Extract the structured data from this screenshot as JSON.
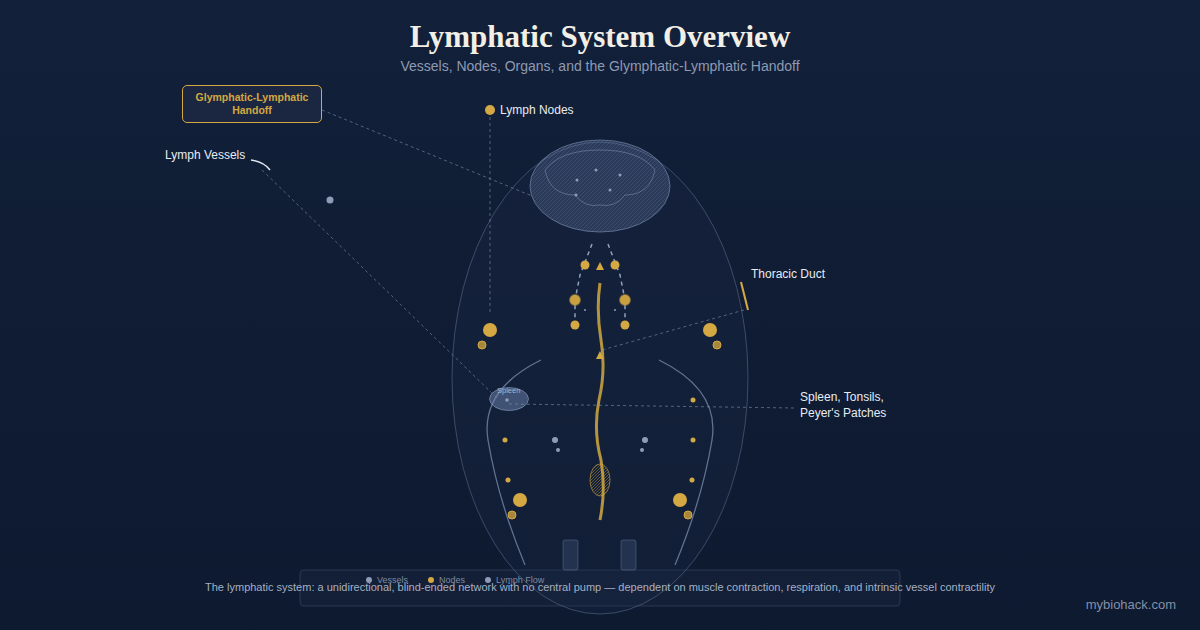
{
  "diagram": {
    "title": "Lymphatic System Overview",
    "caption": "The lymphatic system: a unidirectional, blind-ended network with no central pump — dependent on muscle contraction, respiration, and intrinsic vessel contractility",
    "nodes": [
      {
        "text": [
          "Glymphatic-Lymphatic Handoff"
        ]
      },
      {
        "text": [
          "Spleen"
        ]
      }
    ],
    "labels": [
      "Vessels, Nodes, Organs, and the Glymphatic-Lymphatic Handoff",
      "Lymph Nodes",
      "Lymph Vessels",
      "Thoracic Duct",
      "Spleen, Tonsils, Peyer's Patches",
      "mybiohack.com"
    ],
    "legend": [
      {
        "text": "Vessels",
        "color": "#8f9cb8"
      },
      {
        "text": "Nodes",
        "color": "#d4a843"
      },
      {
        "text": "Lymph Flow",
        "color": "#8f9cb8"
      }
    ]
  }
}
